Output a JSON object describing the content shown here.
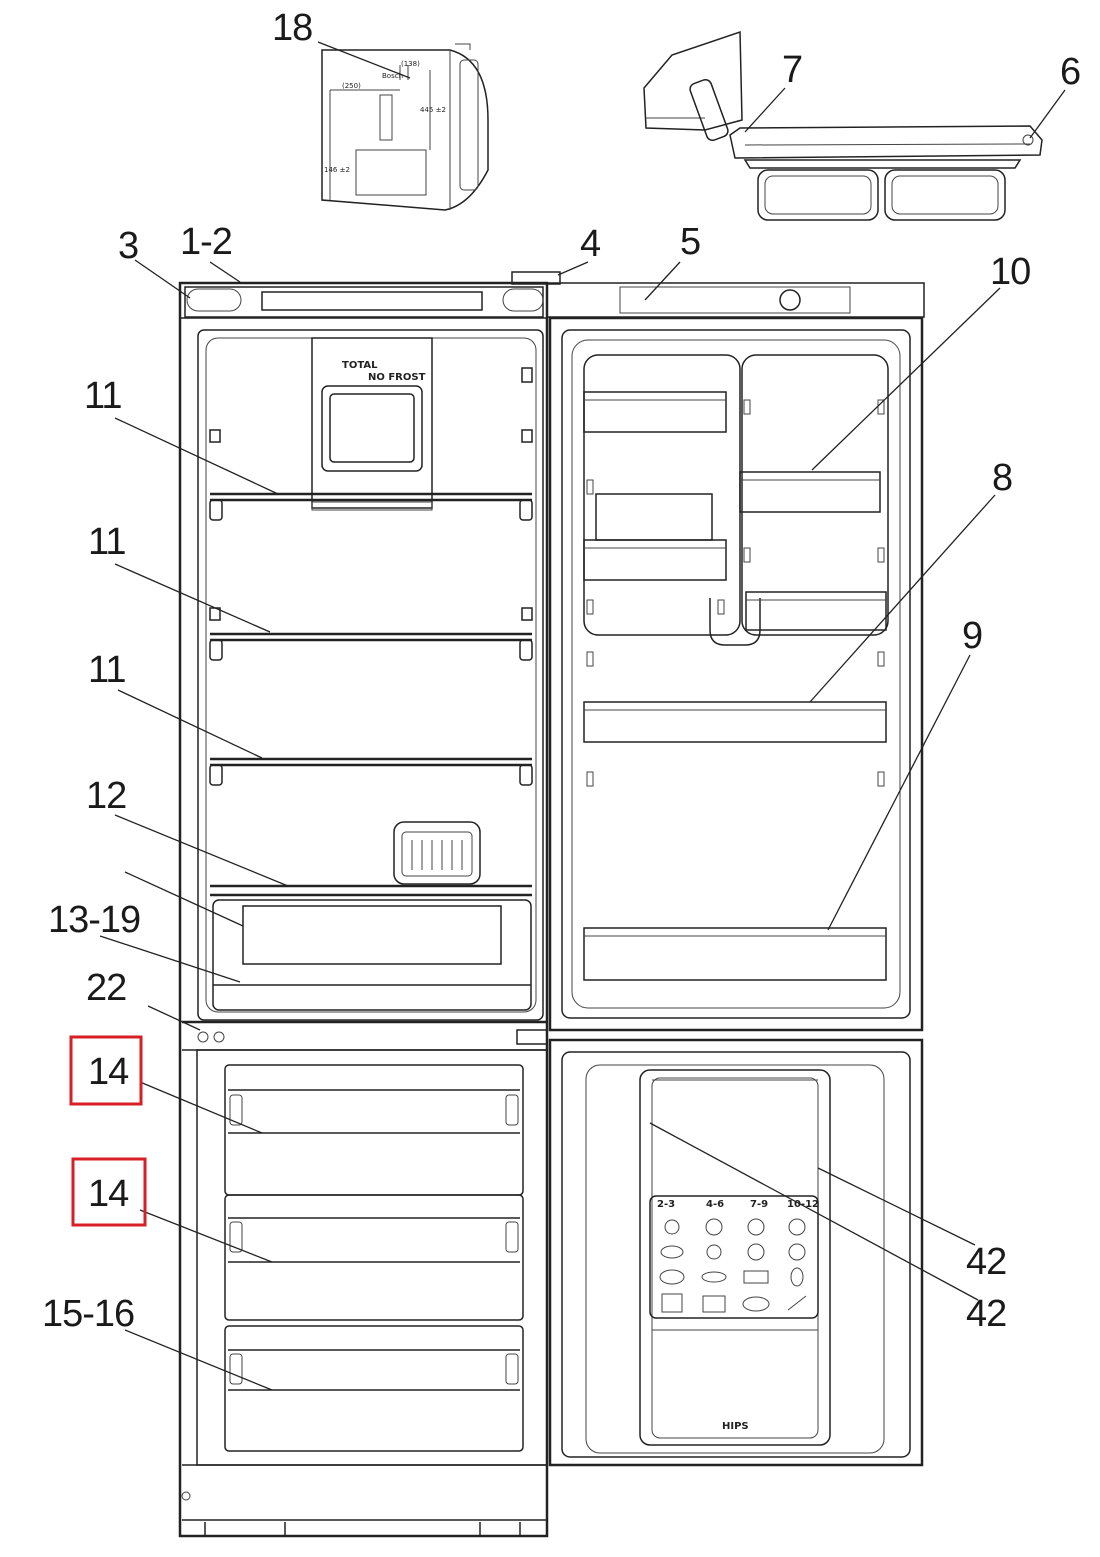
{
  "labels": {
    "l18": "18",
    "l7": "7",
    "l6": "6",
    "l3": "3",
    "l1_2": "1-2",
    "l4": "4",
    "l5": "5",
    "l10": "10",
    "l11a": "11",
    "l11b": "11",
    "l11c": "11",
    "l8": "8",
    "l9": "9",
    "l12": "12",
    "l13_19": "13-19",
    "l22": "22",
    "l14a": "14",
    "l14b": "14",
    "l15_16": "15-16",
    "l42a": "42",
    "l42b": "42"
  },
  "panel_text": {
    "total": "TOTAL",
    "nofrost": "NO FROST",
    "hips": "HIPS",
    "zones": [
      "2-3",
      "4-6",
      "7-9",
      "10-12"
    ]
  },
  "label18_text": {
    "dim1": "(138)",
    "dim2": "(250)",
    "dim3": "445 ±2",
    "dim4": "146 ±2"
  },
  "colors": {
    "highlight": "#d81f26",
    "ink": "#222222"
  }
}
